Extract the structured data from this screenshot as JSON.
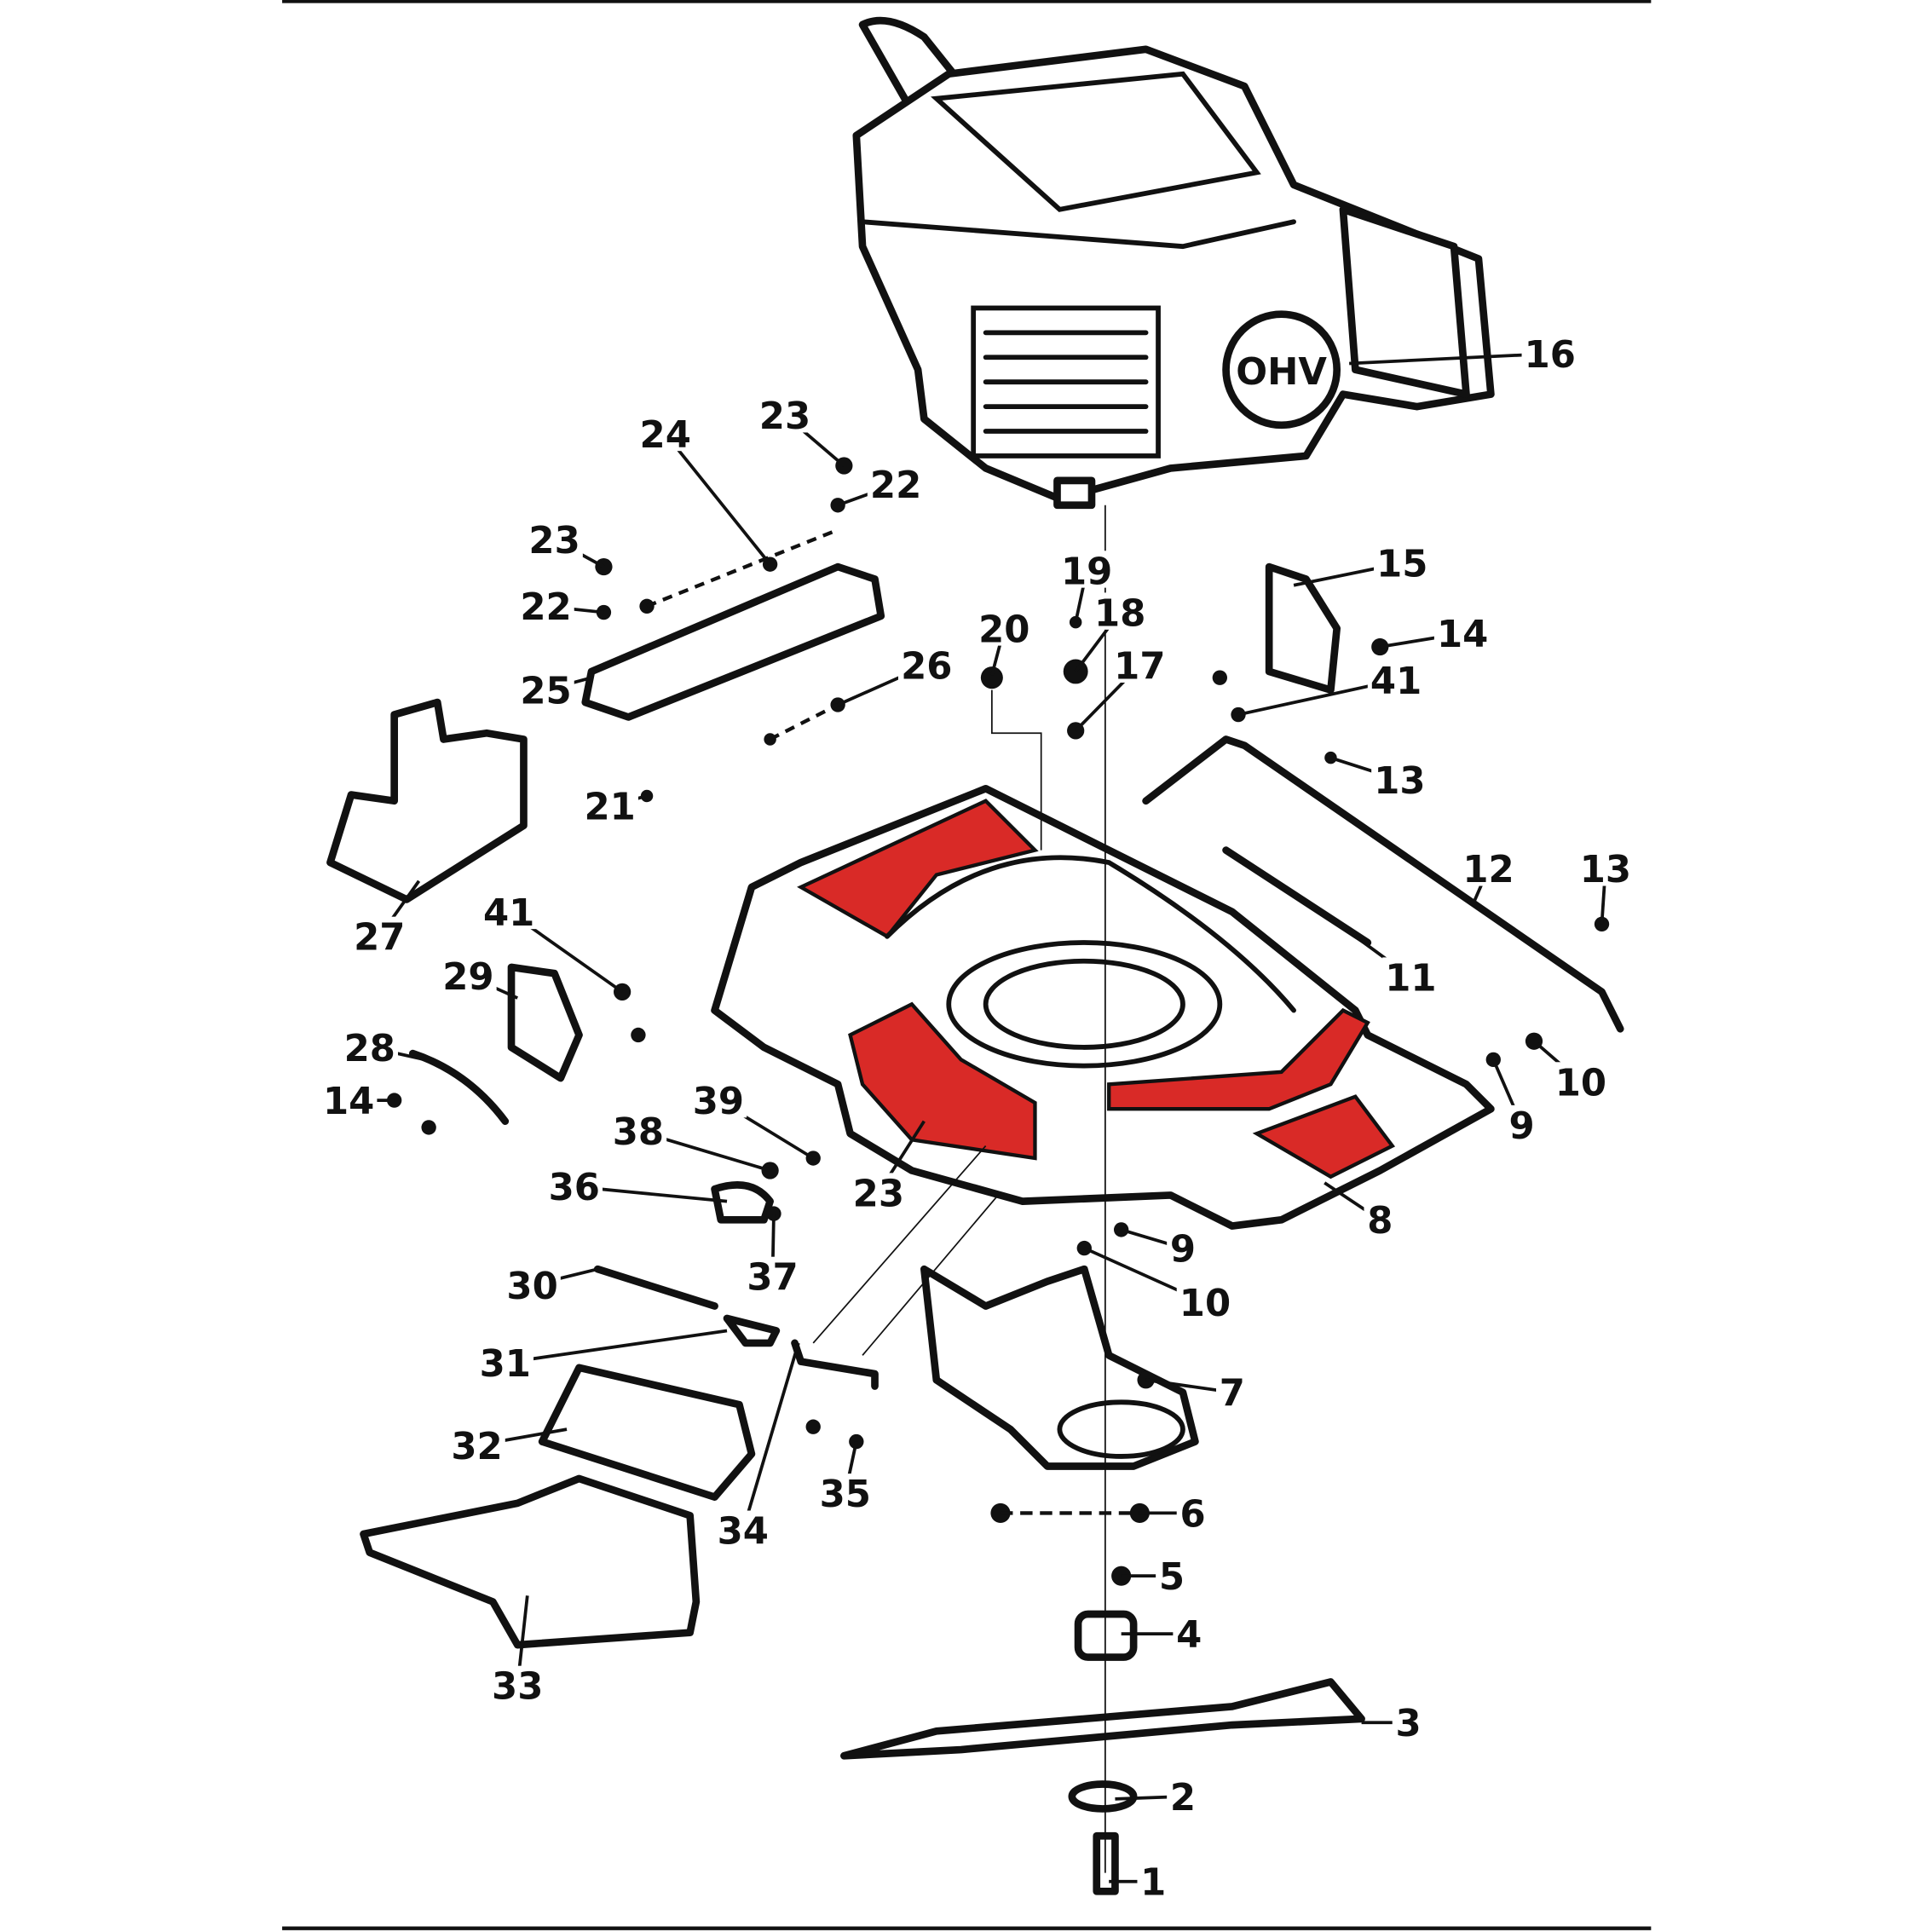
{
  "title": "Lawn mower exploded parts diagram",
  "accent_color": "#d92a27",
  "engine_badge": "OHV",
  "callouts": [
    "16",
    "24",
    "23",
    "22",
    "23",
    "22",
    "25",
    "26",
    "21",
    "20",
    "19",
    "18",
    "17",
    "15",
    "14",
    "41",
    "13",
    "12",
    "13",
    "11",
    "27",
    "41",
    "29",
    "28",
    "14",
    "10",
    "9",
    "39",
    "38",
    "23",
    "8",
    "36",
    "9",
    "37",
    "10",
    "30",
    "31",
    "7",
    "32",
    "35",
    "34",
    "6",
    "5",
    "4",
    "33",
    "3",
    "2",
    "1"
  ]
}
